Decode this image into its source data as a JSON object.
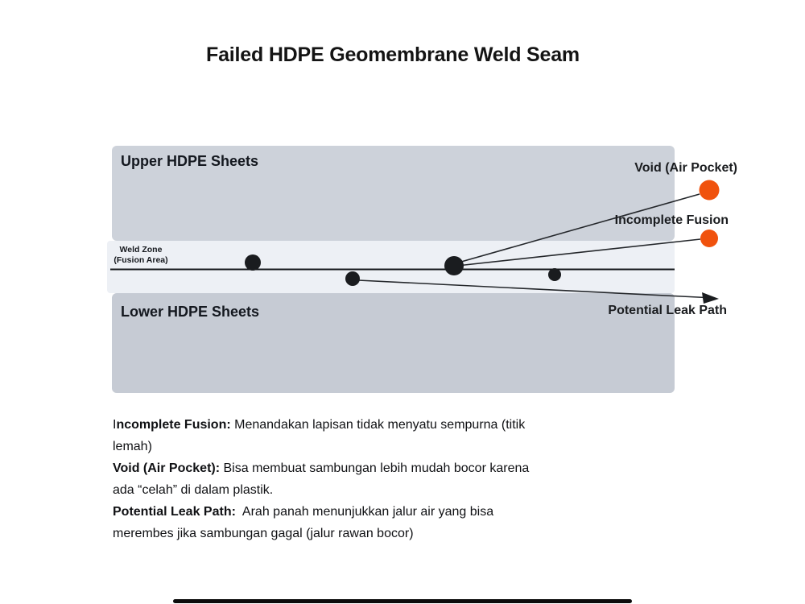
{
  "title": "Failed HDPE Geomembrane Weld Seam",
  "diagram": {
    "upper_label": "Upper HDPE Sheets",
    "lower_label": "Lower HDPE Sheets",
    "weld_zone_line1": "Weld Zone",
    "weld_zone_line2": "(Fusion Area)",
    "void_label": "Void (Air Pocket)",
    "incomplete_fusion_label": "Incomplete Fusion",
    "leak_path_label": "Potential Leak Path"
  },
  "colors": {
    "upper_sheet": "#cdd2da",
    "weld_zone_band": "#edf0f5",
    "lower_sheet": "#c6cbd4",
    "defect_marker_black": "#1a1c1f",
    "defect_marker_orange": "#f0520d",
    "line": "#24272b",
    "text": "#14181f"
  },
  "legend": {
    "lines": [
      {
        "segments": [
          {
            "b": false,
            "t": "I"
          },
          {
            "b": true,
            "t": "ncomplete Fusion:"
          },
          {
            "b": false,
            "t": " Menandakan lapisan tidak menyatu sempurna (titik"
          }
        ]
      },
      {
        "segments": [
          {
            "b": false,
            "t": "lemah)"
          }
        ]
      },
      {
        "segments": [
          {
            "b": true,
            "t": "Void (Air Pocket):"
          },
          {
            "b": false,
            "t": " Bisa membuat sambungan lebih mudah bocor karena"
          }
        ]
      },
      {
        "segments": [
          {
            "b": false,
            "t": "ada “celah” di dalam plastik."
          }
        ]
      },
      {
        "segments": [
          {
            "b": true,
            "t": "Potential Leak Path:"
          },
          {
            "b": false,
            "t": "  Arah panah menunjukkan jalur air yang bisa"
          }
        ]
      },
      {
        "segments": [
          {
            "b": false,
            "t": "merembes jika sambungan gagal (jalur rawan bocor)"
          }
        ]
      }
    ]
  }
}
